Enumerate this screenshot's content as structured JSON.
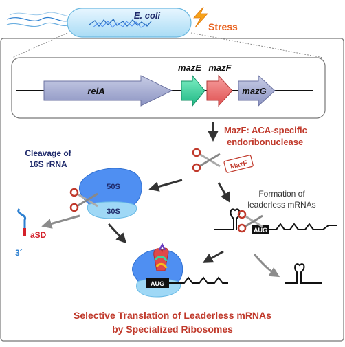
{
  "labels": {
    "organism": "E. coli",
    "stress": "Stress",
    "gene_rela": "relA",
    "gene_maze": "mazE",
    "gene_mazf": "mazF",
    "gene_mazg": "mazG",
    "mazf_line1": "MazF: ACA-specific",
    "mazf_line2": "endoribonuclease",
    "mazf_tag": "MazF",
    "cleavage_line1": "Cleavage of",
    "cleavage_line2": "16S rRNA",
    "subunit_large": "50S",
    "subunit_small": "30S",
    "formation_line1": "Formation of",
    "formation_line2": "leaderless mRNAs",
    "asd": "aSD",
    "three_prime": "3´",
    "start_codon": "AUG",
    "start_codon_2": "AUG",
    "footer_line1": "Selective Translation of Leaderless mRNAs",
    "footer_line2": "by Specialized Ribosomes"
  },
  "colors": {
    "frame_border": "#555555",
    "title_red": "#c0392b",
    "navy": "#1f2a6b",
    "stress_orange": "#e8601c",
    "bolt_yellow": "#f6a21a",
    "rela_arrow": "#a7afd3",
    "maze_arrow": "#3ad6a0",
    "mazf_arrow": "#ef7373",
    "mazg_arrow": "#a7afd3",
    "ribosome_blue": "#4f8ff2",
    "ribosome_light": "#9fd8f6",
    "rrna_red": "#d4202a",
    "rrna_blue": "#2c7fd0",
    "gray_arrow": "#8c8c8c"
  }
}
